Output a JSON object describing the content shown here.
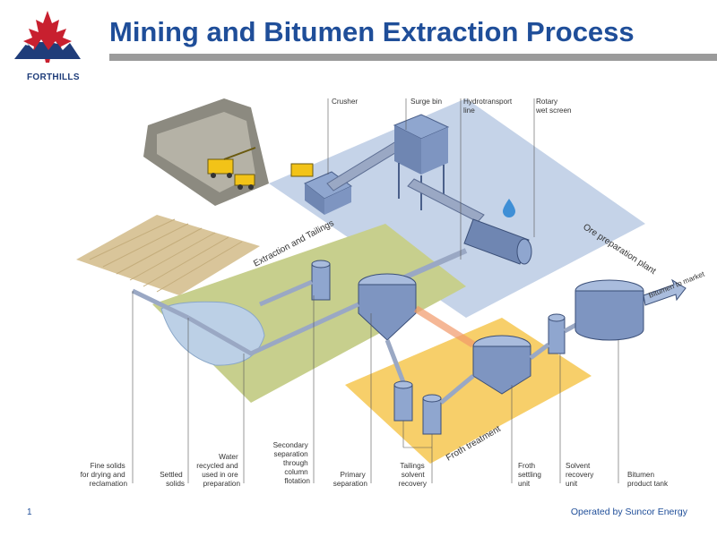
{
  "header": {
    "title": "Mining and Bitumen Extraction Process",
    "logo_text": "FORTHILLS"
  },
  "diagram": {
    "zones": {
      "ore_preparation": "Ore preparation plant",
      "extraction_tailings": "Extraction and Tailings",
      "froth_treatment": "Froth treatment",
      "product_arrow": "Bitumen to market"
    },
    "top_labels": {
      "crusher": "Crusher",
      "surge_bin": "Surge bin",
      "hydrotransport": [
        "Hydrotransport",
        "line"
      ],
      "rotary": [
        "Rotary",
        "wet screen"
      ]
    },
    "bottom_labels": {
      "fine_solids": [
        "Fine solids",
        "for drying and",
        "reclamation"
      ],
      "settled_solids": [
        "Settled",
        "solids"
      ],
      "water_recycled": [
        "Water",
        "recycled and",
        "used in ore",
        "preparation"
      ],
      "secondary_sep": [
        "Secondary",
        "separation",
        "through",
        "column",
        "flotation"
      ],
      "primary_sep": [
        "Primary",
        "separation"
      ],
      "tailings_solvent": [
        "Tailings",
        "solvent",
        "recovery"
      ],
      "froth_settling": [
        "Froth",
        "settling",
        "unit"
      ],
      "solvent_recovery": [
        "Solvent",
        "recovery",
        "unit"
      ],
      "bitumen_tank": [
        "Bitumen",
        "product tank"
      ]
    }
  },
  "footer": {
    "page_number": "1",
    "operator": "Operated by Suncor Energy"
  },
  "colors": {
    "title": "#1f4e99",
    "title_bar": "#9b9b9b",
    "ore_zone": "#c5d3e8",
    "extraction_zone": "#c7cf8d",
    "froth_zone": "#f7cf6a",
    "pipe": "#9aa8c4",
    "vessel": "#8fa6cf"
  }
}
